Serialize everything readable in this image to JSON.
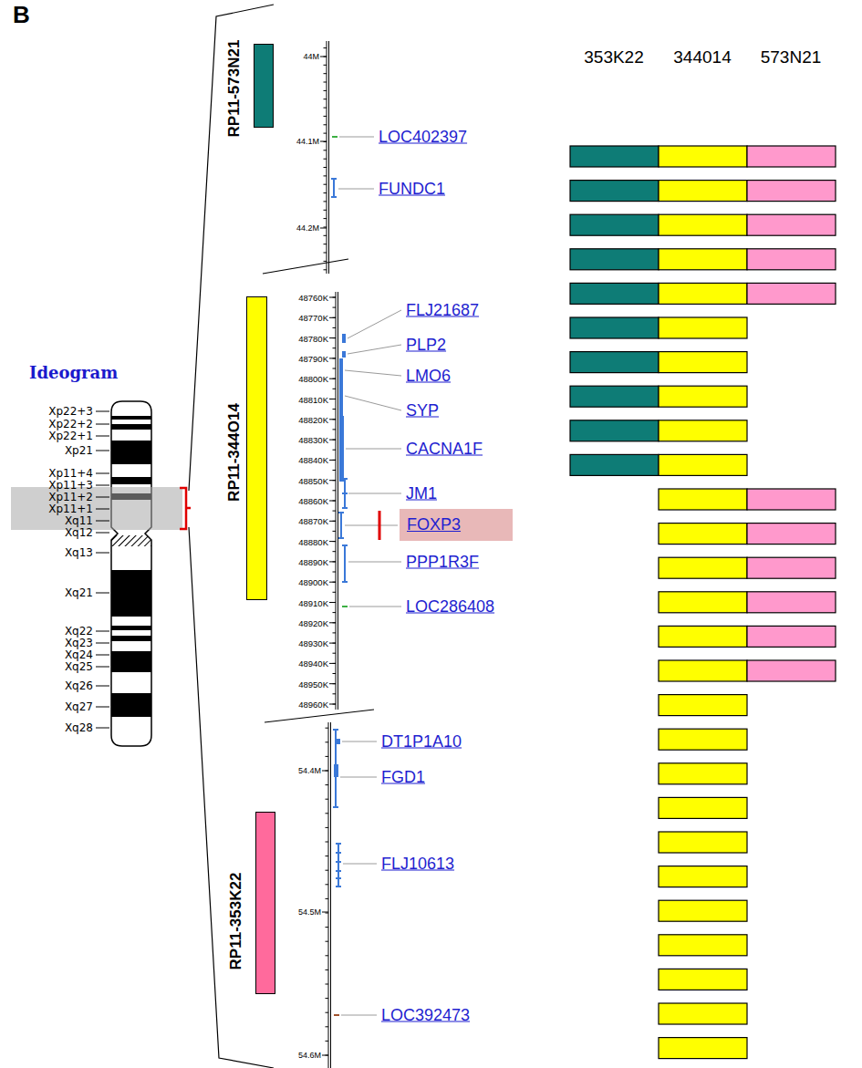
{
  "diagram": {
    "nodes": [
      {
        "text": [
          "RP11-573N21"
        ]
      },
      {
        "text": [
          "RP11-344O14"
        ]
      },
      {
        "text": [
          "FOXP3"
        ]
      },
      {
        "text": [
          "RP11-353K22"
        ]
      }
    ],
    "labels": [
      "B",
      "Ideogram",
      "Xp22+3",
      "Xp22+2",
      "Xp22+1",
      "Xp21",
      "Xp11+4",
      "Xp11+3",
      "Xp11+2",
      "Xp11+1",
      "Xq11",
      "Xq12",
      "Xq13",
      "Xq21",
      "Xq22",
      "Xq23",
      "Xq24",
      "Xq25",
      "Xq26",
      "Xq27",
      "Xq28",
      "44M",
      "44.1M",
      "44.2M",
      "LOC402397",
      "FUNDC1",
      "48760K",
      "48770K",
      "48780K",
      "48790K",
      "48800K",
      "48810K",
      "48820K",
      "48830K",
      "48840K",
      "48850K",
      "48860K",
      "48870K",
      "48880K",
      "48890K",
      "48900K",
      "48910K",
      "48920K",
      "48930K",
      "48940K",
      "48950K",
      "48960K",
      "FLJ21687",
      "PLP2",
      "LMO6",
      "SYP",
      "CACNA1F",
      "JM1",
      "PPP1R3F",
      "LOC286408",
      "54.4M",
      "54.5M",
      "54.6M",
      "DT1P1A10",
      "FGD1",
      "FLJ10613",
      "LOC392473",
      "353K22",
      "344014",
      "573N21"
    ]
  }
}
